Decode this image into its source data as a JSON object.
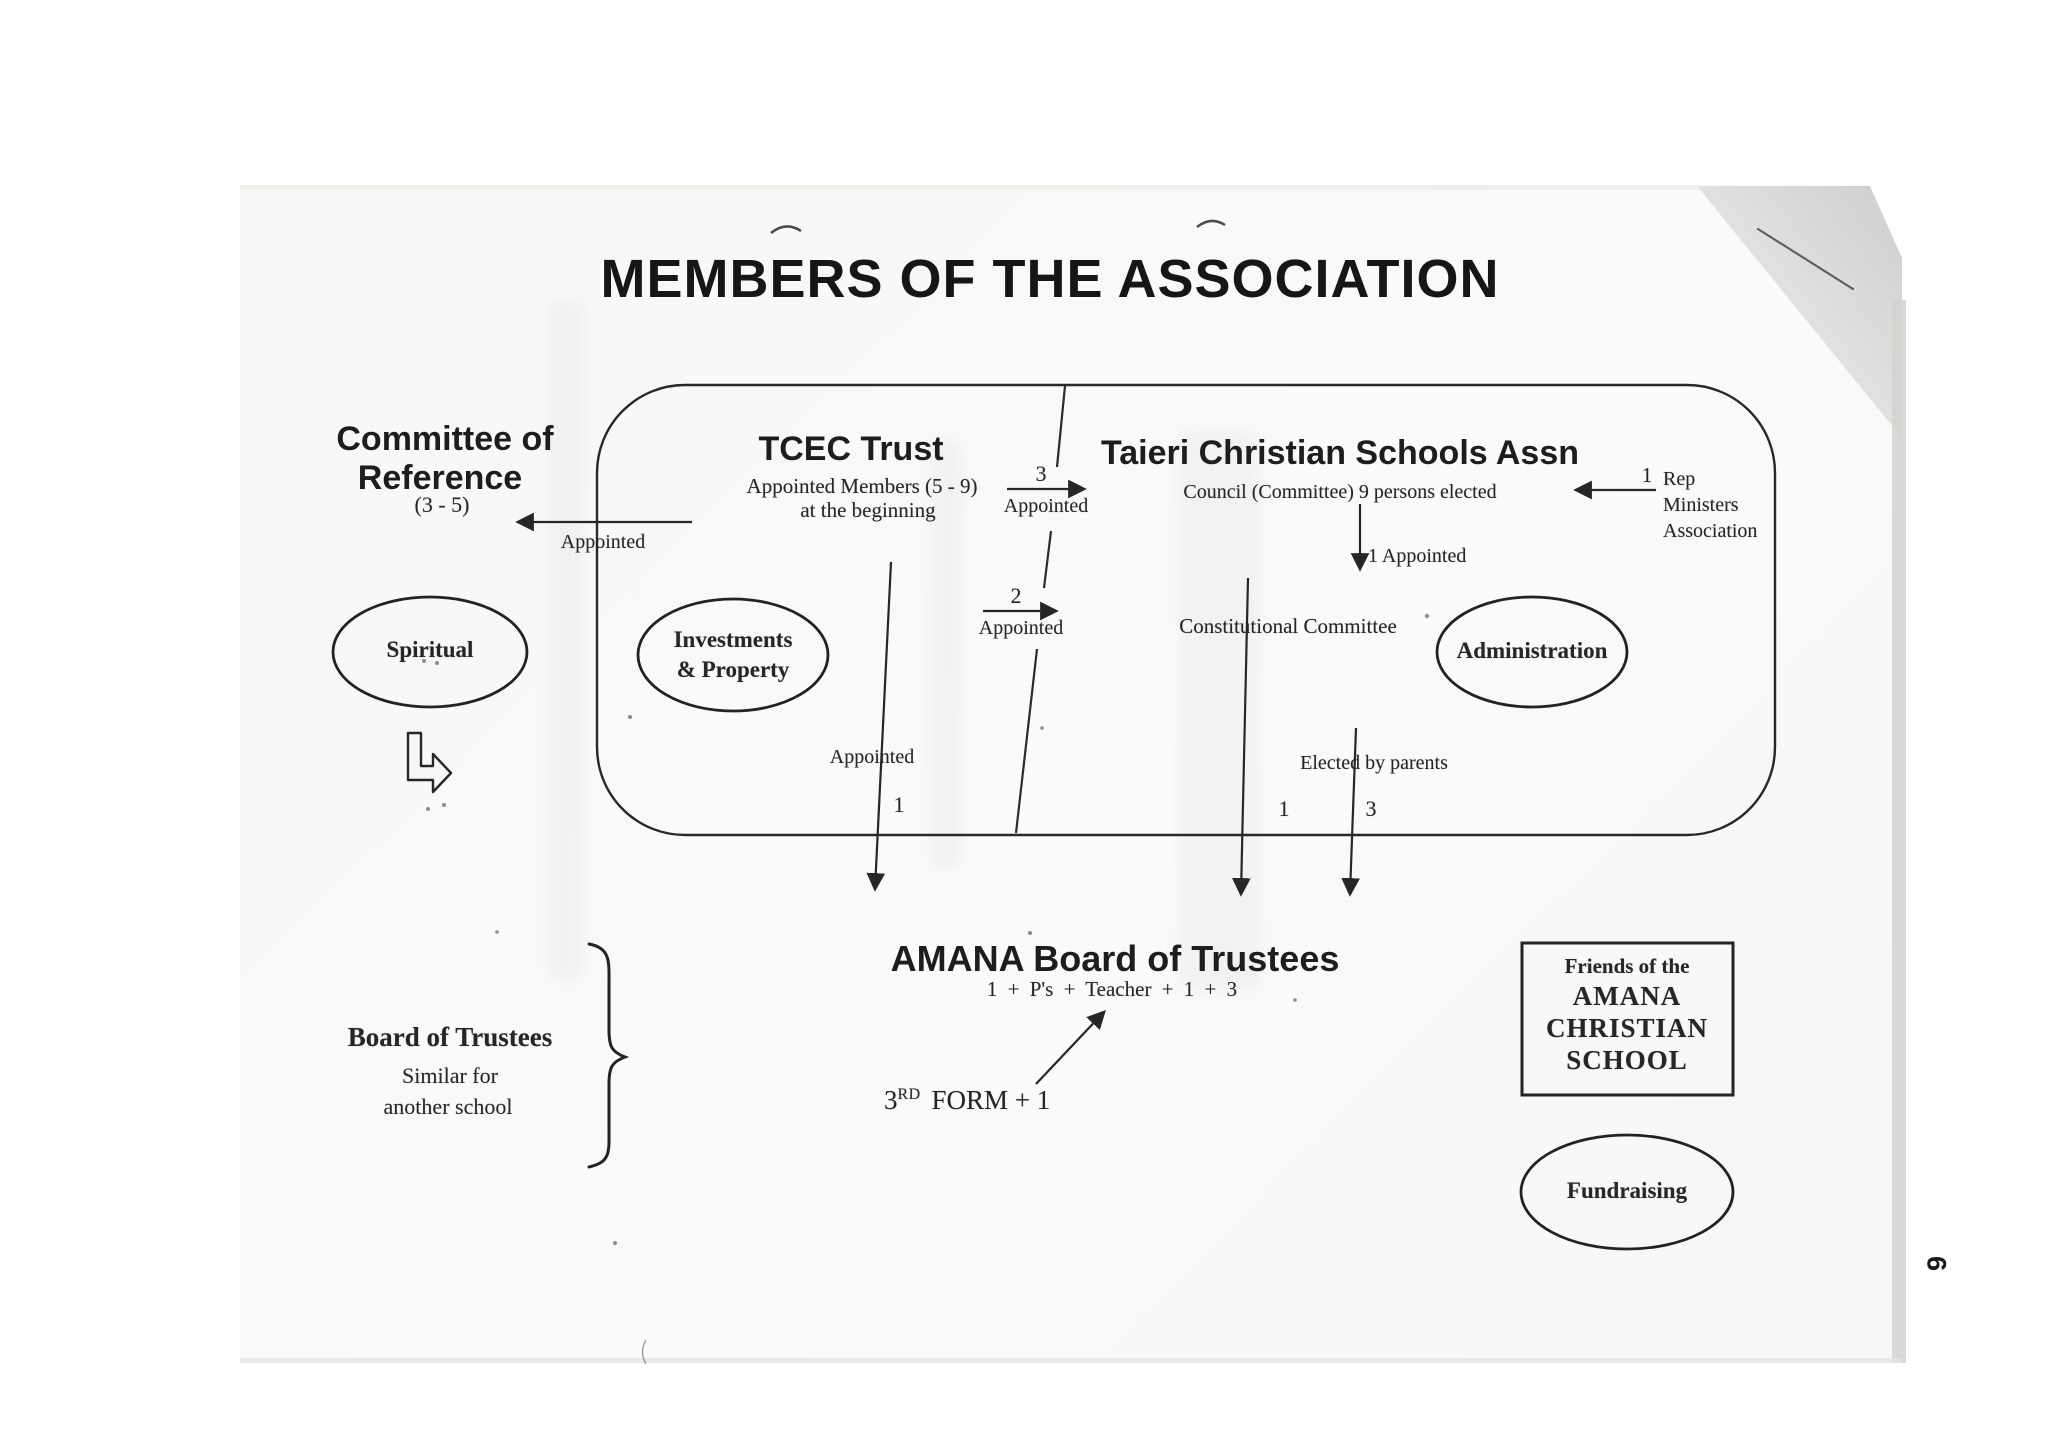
{
  "title": "MEMBERS OF THE ASSOCIATION",
  "page_number": "9",
  "committee_of_reference": {
    "line1": "Committee of",
    "line2": "Reference",
    "range": "(3 - 5)",
    "arrow_label": "Appointed"
  },
  "tcec_trust": {
    "title": "TCEC Trust",
    "note1": "Appointed Members (5 - 9)",
    "note2": "at the beginning",
    "down_label": "Appointed",
    "down_count": "1"
  },
  "taieri_assn": {
    "title": "Taieri Christian Schools Assn",
    "note": "Council (Committee) 9 persons elected",
    "appointed_down": "1 Appointed",
    "constitutional_committee": "Constitutional Committee",
    "elected_by_parents": "Elected by parents",
    "down_count_1": "1",
    "down_count_3": "3"
  },
  "between_arrows": {
    "count_3": "3",
    "label_3": "Appointed",
    "count_2": "2",
    "label_2": "Appointed"
  },
  "ministers_rep": {
    "count": "1",
    "line1": "Rep",
    "line2": "Ministers",
    "line3": "Association"
  },
  "spiritual_ellipse": "Spiritual",
  "investments_ellipse": {
    "line1": "Investments",
    "line2": "& Property"
  },
  "administration_ellipse": "Administration",
  "fundraising_ellipse": "Fundraising",
  "amana_board": {
    "title": "AMANA Board of Trustees",
    "composition": "1 + P's + Teacher + 1 + 3",
    "form_number": "3",
    "form_sup": "RD",
    "form_rest": "FORM + 1"
  },
  "friends_box": {
    "line1": "Friends of the",
    "line2": "AMANA",
    "line3": "CHRISTIAN",
    "line4": "SCHOOL"
  },
  "board_of_trustees": {
    "title": "Board of Trustees",
    "note1": "Similar for",
    "note2": "another school"
  }
}
